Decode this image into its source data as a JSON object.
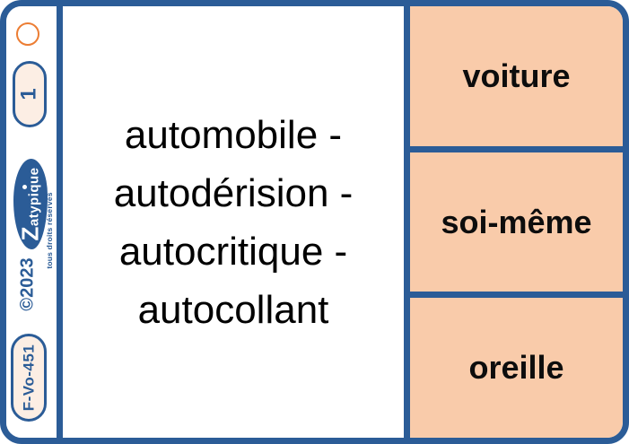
{
  "colors": {
    "card_blue": "#2B5C97",
    "answer_peach": "#F9CBAA",
    "pill_fill": "#FCEEE4",
    "punch_orange": "#EC7D33",
    "question_text": "#000000"
  },
  "sidebar": {
    "number_badge": "1",
    "logo_text": "Zatypique",
    "copyright_text": "©2023",
    "rights_text": "tous droits réservés",
    "code_badge": "F-Vo-451"
  },
  "question": {
    "full_text": "automobile - autodérision - autocritique - autocollant",
    "lines": [
      "automobile -",
      "autodérision -",
      "autocritique -",
      "autocollant"
    ]
  },
  "answers": [
    {
      "label": "voiture"
    },
    {
      "label": "soi-même"
    },
    {
      "label": "oreille"
    }
  ]
}
